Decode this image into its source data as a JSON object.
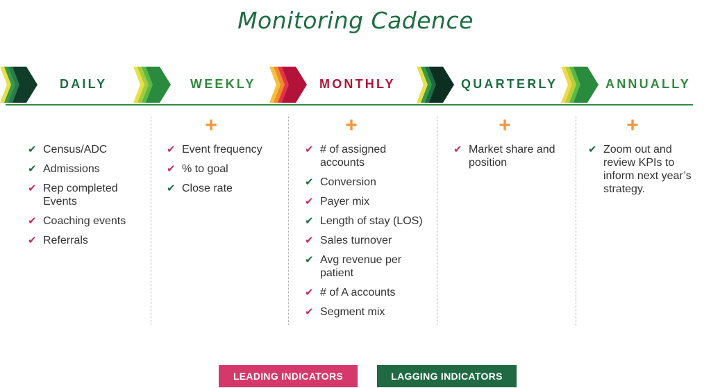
{
  "title": "Monitoring Cadence",
  "colors": {
    "green": "#1d6e42",
    "crimson": "#b0153a",
    "lead": "#d5386b",
    "lag": "#1f6a43",
    "plus": "#f7943d"
  },
  "periods": [
    {
      "label": "DAILY",
      "label_color": "#1d6e42",
      "marker_colors": [
        "#e6e04a",
        "#3a9a45",
        "#2a7a4f",
        "#0f3d2a"
      ],
      "icon": "none",
      "items": [
        {
          "text": "Census/ADC",
          "type": "lagging"
        },
        {
          "text": "Admissions",
          "type": "lagging"
        },
        {
          "text": "Rep completed Events",
          "type": "leading"
        },
        {
          "text": "Coaching events",
          "type": "leading"
        },
        {
          "text": "Referrals",
          "type": "leading"
        }
      ]
    },
    {
      "label": "WEEKLY",
      "label_color": "#2f8a3e",
      "marker_colors": [
        "#e6e04a",
        "#a4cc3a",
        "#58b848",
        "#2a8a3e"
      ],
      "icon": "plus-icon",
      "items": [
        {
          "text": "Event frequency",
          "type": "leading"
        },
        {
          "text": "% to goal",
          "type": "leading"
        },
        {
          "text": "Close rate",
          "type": "lagging"
        }
      ]
    },
    {
      "label": "MONTHLY",
      "label_color": "#b0153a",
      "marker_colors": [
        "#f5c040",
        "#f08a2a",
        "#e2354a",
        "#b3123a"
      ],
      "icon": "plus-icon",
      "items": [
        {
          "text": "# of assigned accounts",
          "type": "leading"
        },
        {
          "text": "Conversion",
          "type": "lagging"
        },
        {
          "text": "Payer mix",
          "type": "leading"
        },
        {
          "text": "Length of stay (LOS)",
          "type": "lagging"
        },
        {
          "text": "Sales turnover",
          "type": "leading"
        },
        {
          "text": "Avg revenue per patient",
          "type": "lagging"
        },
        {
          "text": "# of A accounts",
          "type": "leading"
        },
        {
          "text": "Segment mix",
          "type": "leading"
        }
      ]
    },
    {
      "label": "QUARTERLY",
      "label_color": "#1d6e42",
      "marker_colors": [
        "#e6e04a",
        "#3a9a45",
        "#1f6a43",
        "#0c2f22"
      ],
      "icon": "plus-icon",
      "items": [
        {
          "text": "Market share and position",
          "type": "leading"
        }
      ]
    },
    {
      "label": "ANNUALLY",
      "label_color": "#2f8a3e",
      "marker_colors": [
        "#f0d84a",
        "#b4d03a",
        "#58b848",
        "#2a8a3e"
      ],
      "icon": "plus-icon",
      "items": [
        {
          "text": "Zoom out and review KPIs to inform next year’s strategy.",
          "type": "lagging"
        }
      ]
    }
  ],
  "legend": {
    "leading": {
      "label": "LEADING INDICATORS",
      "color": "#d5386b"
    },
    "lagging": {
      "label": "LAGGING INDICATORS",
      "color": "#1f6a43"
    }
  }
}
